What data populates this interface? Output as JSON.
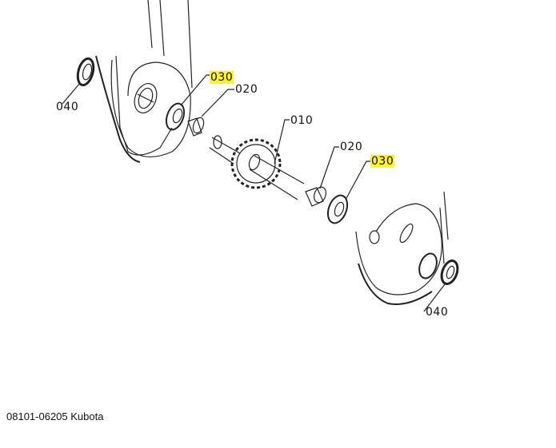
{
  "diagram": {
    "callouts": {
      "shaft_sprocket": "010",
      "collar_left": "020",
      "collar_right": "020",
      "bearing_left": "030",
      "bearing_right": "030",
      "seal_left": "040",
      "seal_right": "040"
    },
    "highlight_color": "#fdf23b"
  },
  "caption": "08101-06205 Kubota"
}
